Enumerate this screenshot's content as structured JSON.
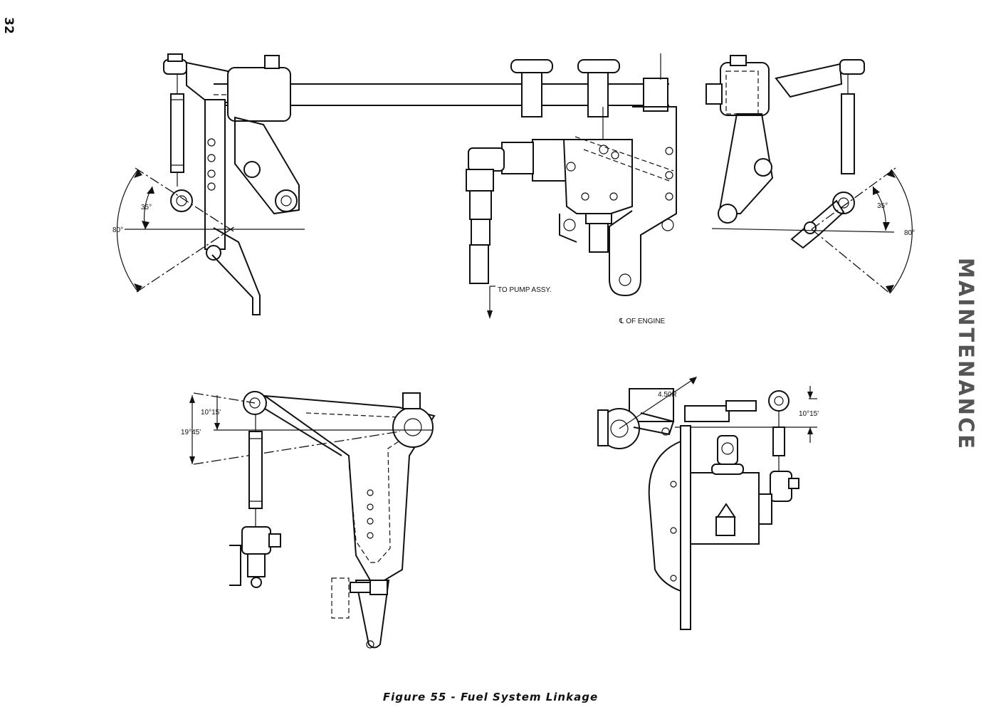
{
  "page": {
    "number": "32",
    "section_tab": "MAINTENANCE"
  },
  "figure": {
    "caption": "Figure 55 - Fuel System Linkage",
    "callouts": {
      "to_pump": "TO PUMP ASSY.",
      "engine_cl": "℄ OF ENGINE",
      "left_small_angle": "35°",
      "left_large_angle": "80°",
      "right_small_angle": "35°",
      "right_large_angle": "80°",
      "lower_left_small": "10°15'",
      "lower_left_large": "19°45'",
      "lower_right_angle": "10°15'",
      "lower_right_radius": "4.50R"
    }
  }
}
